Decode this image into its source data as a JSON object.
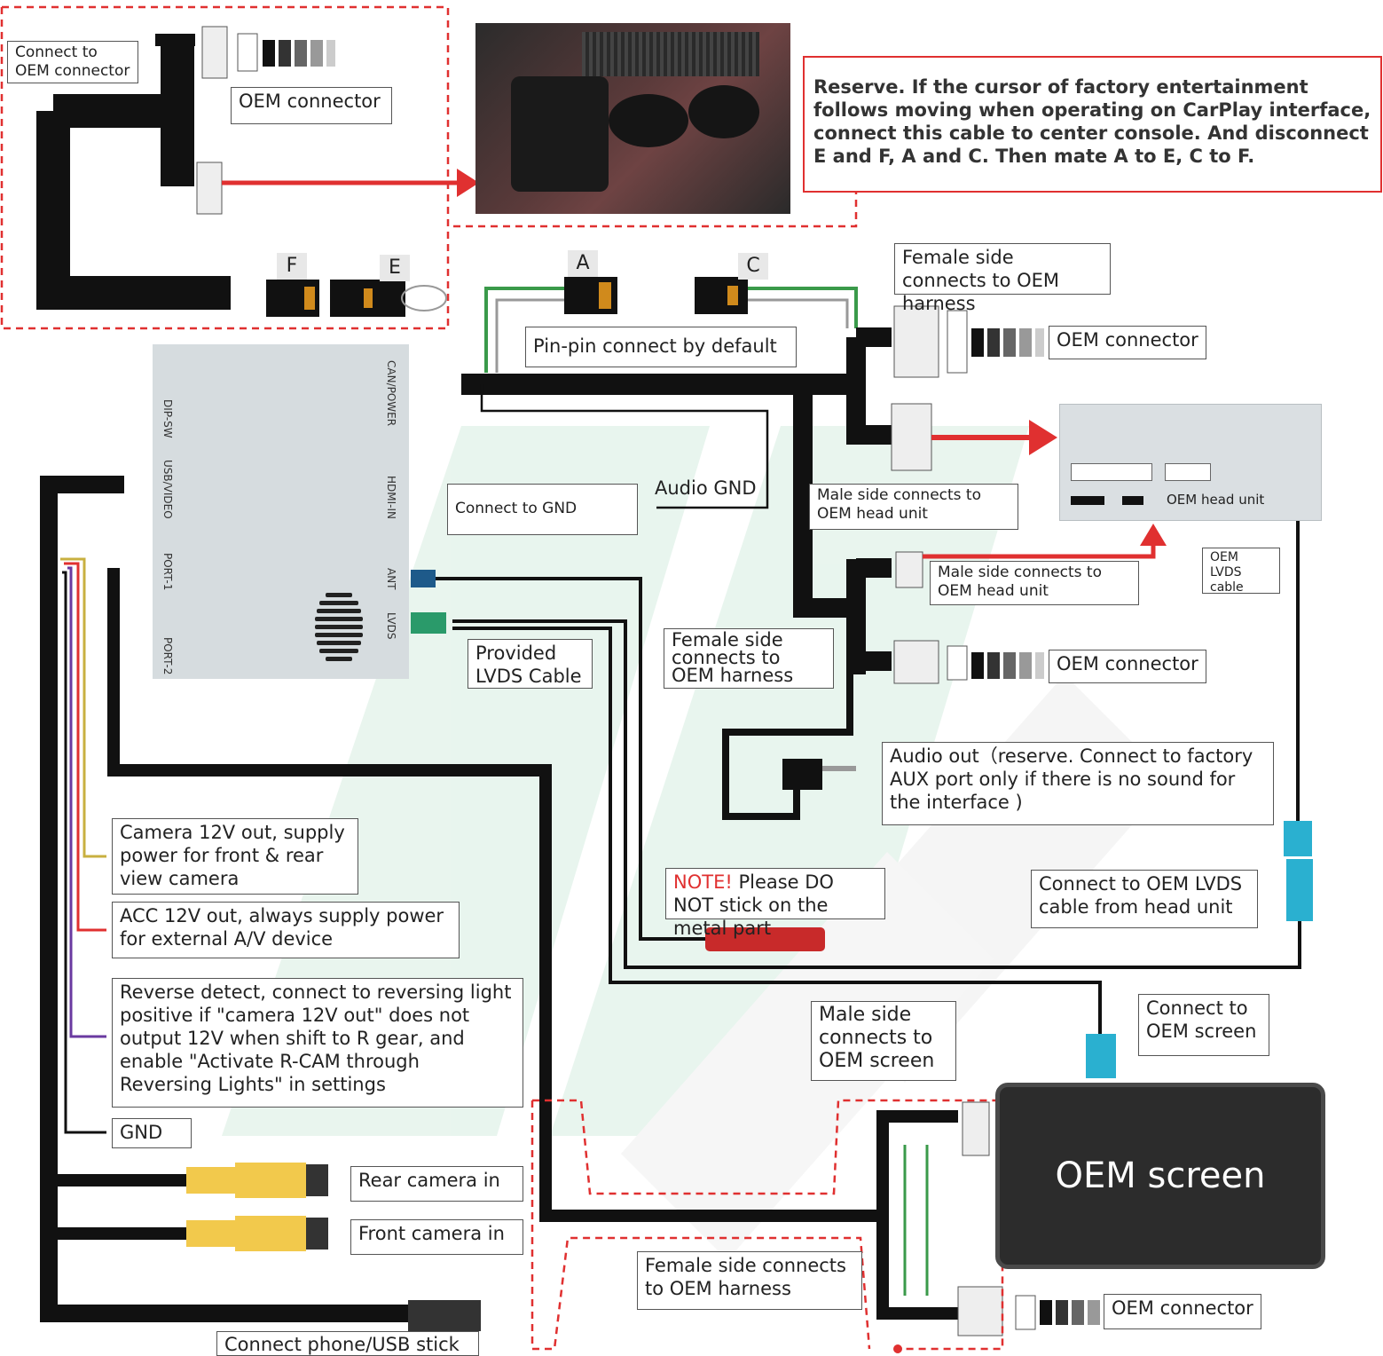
{
  "reserve_note": "Reserve. If the cursor of factory entertainment follows moving when operating on CarPlay interface, connect this cable to center console. And disconnect E and F, A and C. Then mate A to E, C to F.",
  "labels": {
    "connect_oem_connector": "Connect to OEM connector",
    "oem_connector_top": "OEM connector",
    "letter_f": "F",
    "letter_e": "E",
    "letter_a": "A",
    "letter_c": "C",
    "pin_pin": "Pin-pin connect by default",
    "female_side_top": "Female side connects to OEM harness",
    "oem_connector_right1": "OEM connector",
    "male_side_head_unit1": "Male side connects to OEM head unit",
    "oem_head_unit": "OEM head unit",
    "audio_gnd": "Audio GND",
    "connect_to_gnd": "Connect to GND",
    "male_side_head_unit2": "Male side connects to OEM head unit",
    "oem_lvds_cable": "OEM LVDS cable",
    "female_side_mid": "Female side connects to OEM harness",
    "oem_connector_right2": "OEM connector",
    "provided_lvds": "Provided LVDS Cable",
    "audio_out": "Audio out（reserve. Connect to factory AUX port only if there is no sound for the interface )",
    "note_prefix": "NOTE!",
    "note_text": " Please DO NOT stick on the metal part",
    "connect_oem_lvds": "Connect to OEM LVDS cable from  head unit",
    "camera_12v": "Camera 12V out, supply power for front & rear view camera",
    "acc_12v": "ACC 12V out, always supply power for external A/V device",
    "reverse_detect": "Reverse detect, connect to reversing light positive if \"camera 12V out\" does not output 12V when shift to R gear, and enable \"Activate R-CAM through Reversing Lights\" in settings",
    "connect_oem_screen": "Connect to OEM screen",
    "male_side_screen": "Male side connects to OEM screen",
    "gnd": "GND",
    "rear_camera": "Rear camera in",
    "front_camera": "Front camera in",
    "oem_screen": "OEM  screen",
    "female_side_bottom": "Female side connects to OEM harness",
    "oem_connector_bottom": "OEM connector",
    "connect_phone": "Connect phone/USB stick"
  },
  "ports": {
    "dip_sw": "DIP-SW",
    "usb_video": "USB/VIDEO",
    "port1": "PORT-1",
    "port2": "PORT-2",
    "can_power": "CAN/POWER",
    "hdmi_in": "HDMI-IN",
    "ant": "ANT",
    "lvds": "LVDS"
  },
  "colors": {
    "cable": "#111111",
    "red_arrow": "#e03030",
    "dashed_red": "#e03030",
    "lvds_blue": "#2ab0d0",
    "rca_yellow": "#f2c94c",
    "module_grey": "#d6dcdf",
    "watermark_green": "#cfe9d9"
  }
}
